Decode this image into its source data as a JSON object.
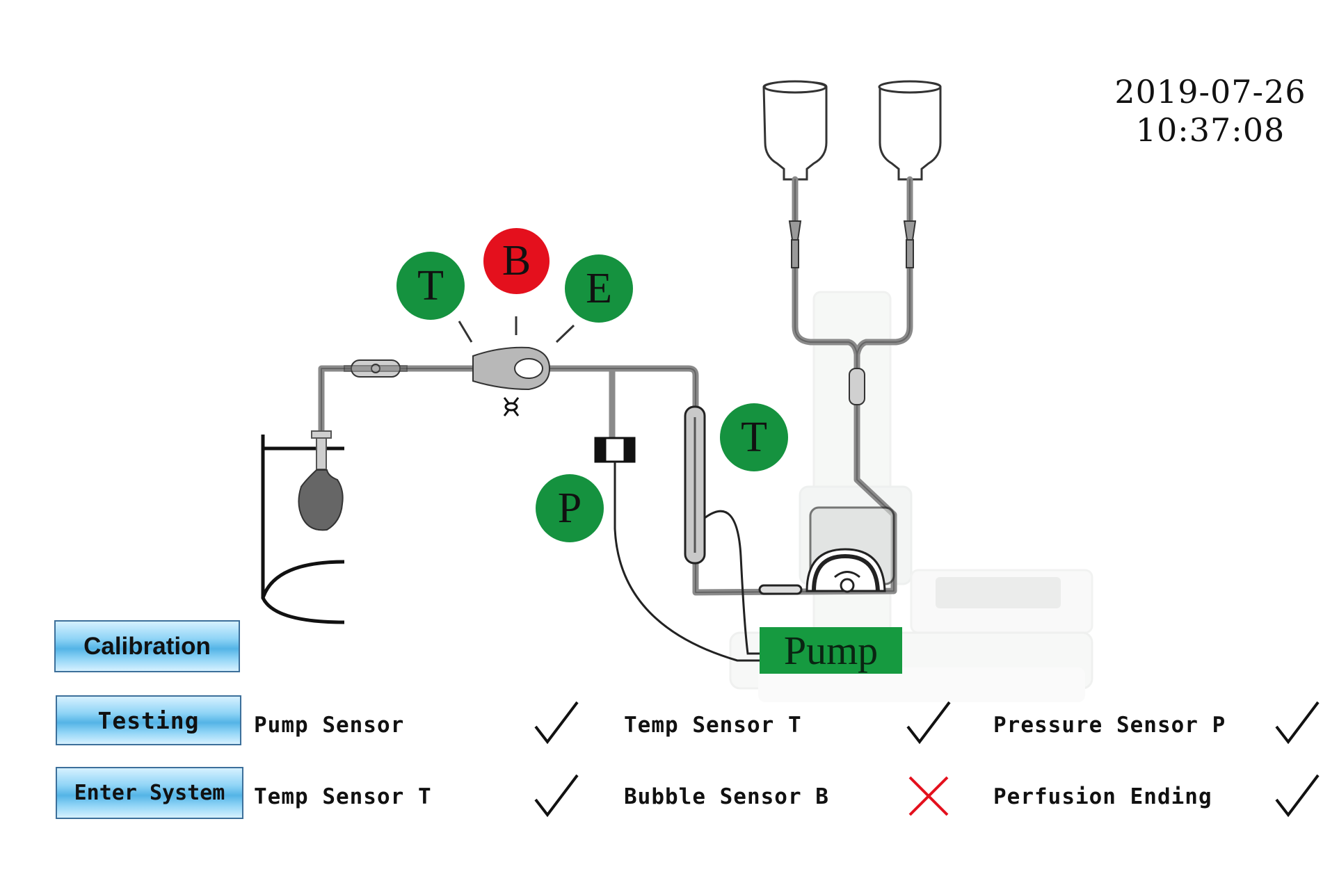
{
  "datetime": {
    "date": "2019-07-26",
    "time": "10:37:08"
  },
  "nodes": [
    {
      "letter": "T",
      "status": "ok"
    },
    {
      "letter": "B",
      "status": "error"
    },
    {
      "letter": "E",
      "status": "ok"
    },
    {
      "letter": "T",
      "status": "ok"
    },
    {
      "letter": "P",
      "status": "ok"
    }
  ],
  "pump_label": "Pump",
  "buttons": {
    "calibration": "Calibration",
    "testing": "Testing",
    "enter_system": "Enter System"
  },
  "sensors": [
    {
      "label": "Pump Sensor",
      "status": "ok"
    },
    {
      "label": "Temp Sensor T",
      "status": "ok"
    },
    {
      "label": "Pressure Sensor P",
      "status": "ok"
    },
    {
      "label": "Temp Sensor T",
      "status": "ok"
    },
    {
      "label": "Bubble Sensor B",
      "status": "error"
    },
    {
      "label": "Perfusion Ending",
      "status": "ok"
    }
  ],
  "colors": {
    "ok": "#15923f",
    "error": "#e4101d",
    "button": "#54b4e6"
  },
  "icons": {
    "ok": "checkmark-icon",
    "error": "cross-icon"
  }
}
